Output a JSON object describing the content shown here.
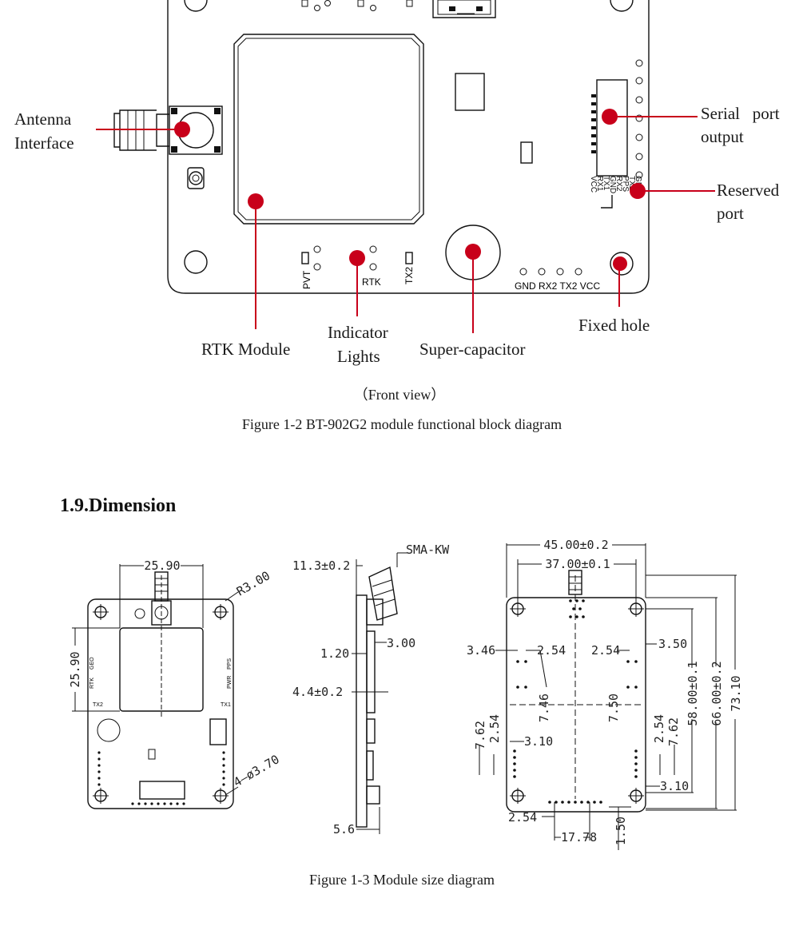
{
  "front_view": {
    "labels": {
      "antenna_line1": "Antenna",
      "antenna_line2": "Interface",
      "serial_line1": "Serial   port",
      "serial_line2": "output",
      "reserved_line1": "Reserved",
      "reserved_line2": "port",
      "rtk_module": "RTK Module",
      "indicator_line1": "Indicator",
      "indicator_line2": "Lights",
      "super_capacitor": "Super-capacitor",
      "fixed_hole": "Fixed hole"
    },
    "silkscreen": {
      "pvt": "PVT",
      "rtk": "RTK",
      "tx2": "TX2",
      "bottom_pins": "GND RX2 TX2 VCC",
      "side_pins": [
        "VCC",
        "RX1",
        "TX1",
        "GND",
        "RX2",
        "PPS",
        "TX2",
        "GND"
      ]
    },
    "view_caption": "（Front view）",
    "figure_caption": "Figure 1-2 BT-902G2 module functional block diagram"
  },
  "section": {
    "heading": "1.9.Dimension"
  },
  "dimensions": {
    "left": {
      "width": "25.90",
      "height": "25.90",
      "radius": "R3.00",
      "holes": "4—ø3.70",
      "silk": [
        "GEO",
        "RTK",
        "TX2",
        "PPS",
        "PWR",
        "TX1"
      ]
    },
    "middle": {
      "connector": "SMA-KW",
      "d1": "11.3±0.2",
      "d2": "1.20",
      "d3": "3.00",
      "d4": "4.4±0.2",
      "d5": "5.6"
    },
    "right": {
      "w_outer": "45.00±0.2",
      "w_holes": "37.00±0.1",
      "h_holes": "58.00±0.1",
      "h_mid": "66.00±0.2",
      "h_outer": "73.10",
      "d_346": "3.46",
      "d_254a": "2.54",
      "d_254b": "2.54",
      "d_350": "3.50",
      "d_746": "7.46",
      "d_750": "7.50",
      "d_762a": "7.62",
      "d_254c": "2.54",
      "d_310a": "3.10",
      "d_254d": "2.54",
      "d_762b": "7.62",
      "d_310b": "3.10",
      "d_254e": "2.54",
      "d_1778": "17.78",
      "d_150": "1.50"
    },
    "figure_caption": "Figure 1-3 Module size diagram"
  }
}
